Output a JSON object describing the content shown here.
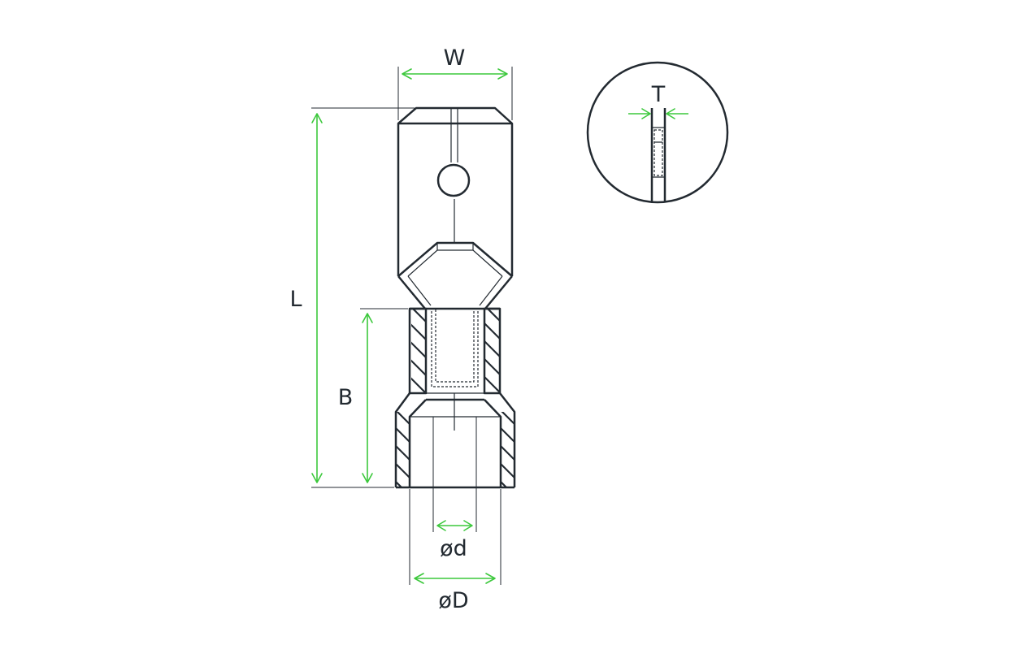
{
  "labels": {
    "width": "W",
    "length": "L",
    "barrel_length": "B",
    "inner_diameter": "ød",
    "outer_diameter": "øD",
    "thickness": "T"
  },
  "colors": {
    "line": "#232a31",
    "dimension": "#3cc83c",
    "background": "#ffffff"
  }
}
